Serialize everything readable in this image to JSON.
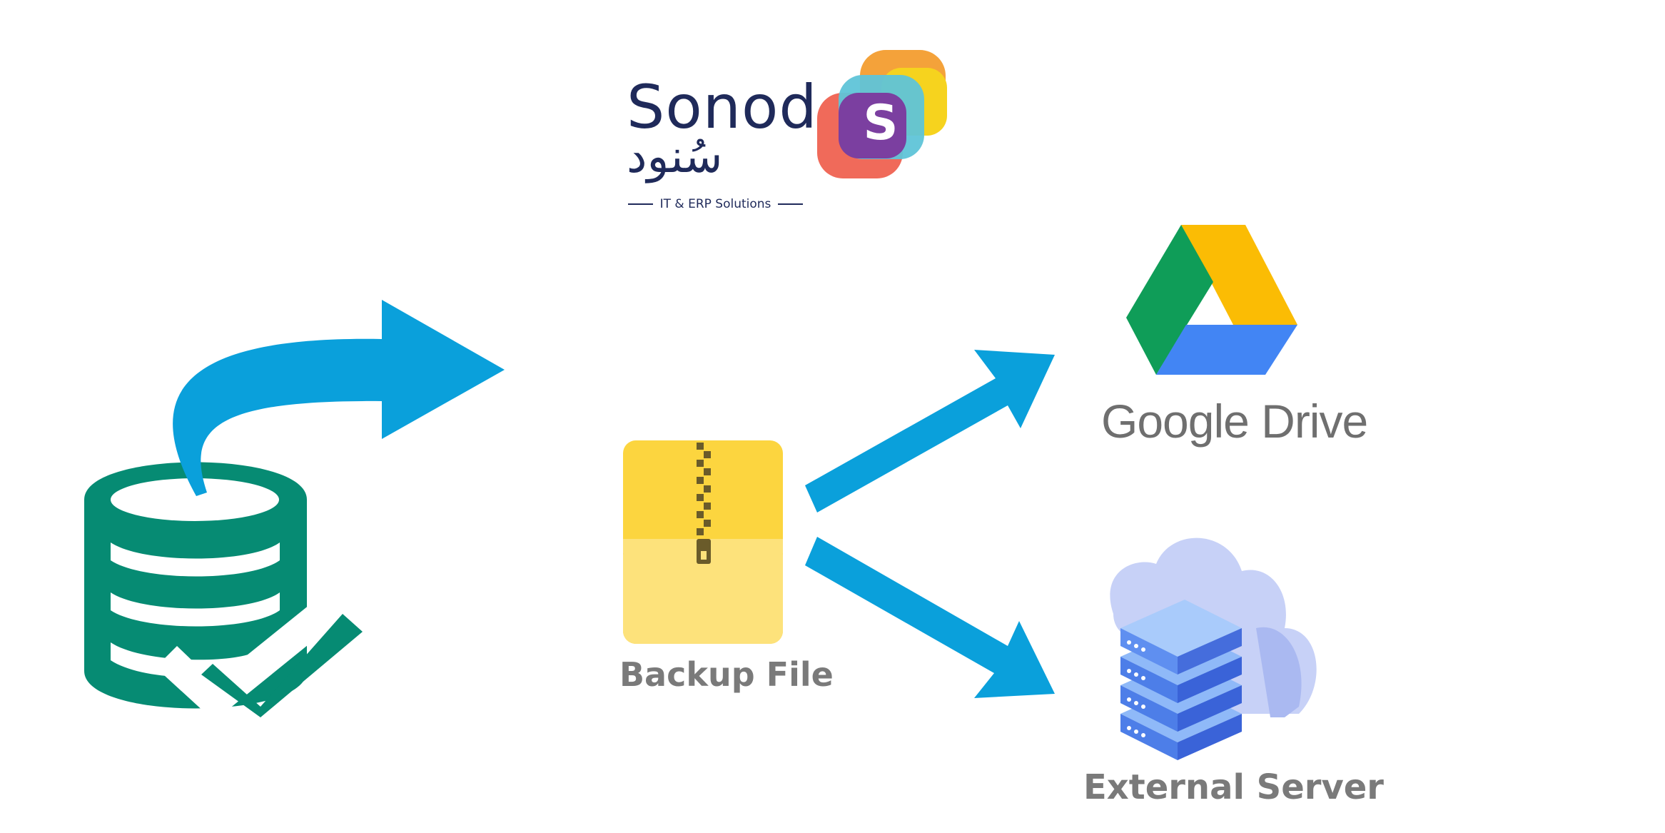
{
  "logo": {
    "name_latin": "Sonod",
    "name_arabic": "سُنود",
    "mark_letter": "S",
    "tagline": "IT & ERP Solutions"
  },
  "nodes": {
    "backup_file": {
      "label": "Backup File"
    },
    "google_drive": {
      "label": "Google Drive"
    },
    "external_server": {
      "label": "External Server"
    }
  },
  "colors": {
    "arrow": "#0aa0db",
    "database": "#068b73",
    "logo_text": "#1f2a5a",
    "label_text": "#7a7a7a"
  }
}
